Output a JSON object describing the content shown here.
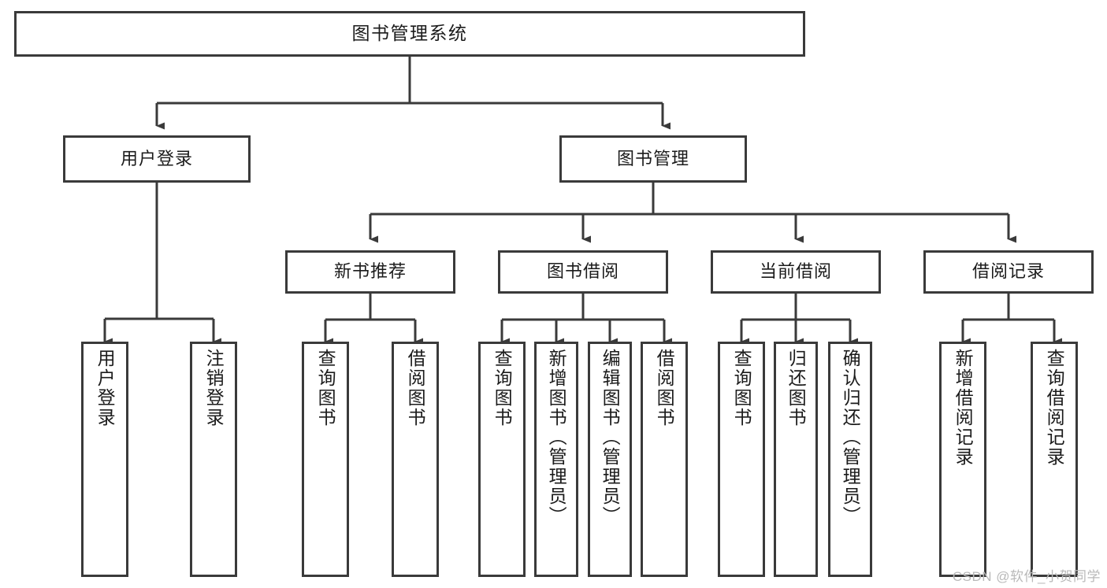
{
  "diagram": {
    "type": "tree-hierarchy-flowchart",
    "title": "图书管理系统",
    "watermark": "CSDN @软件_小贺同学",
    "colors": {
      "stroke": "#3a3a3a",
      "fill": "#ffffff",
      "text": "#1b1b1b",
      "watermark": "#b9b9b9"
    },
    "nodes": {
      "root": {
        "label": "图书管理系统",
        "level": 0,
        "orientation": "horizontal"
      },
      "level1": [
        {
          "id": "user-login",
          "label": "用户登录",
          "orientation": "horizontal"
        },
        {
          "id": "book-manage",
          "label": "图书管理",
          "orientation": "horizontal"
        }
      ],
      "level2": [
        {
          "id": "new-book-rec",
          "label": "新书推荐",
          "orientation": "horizontal",
          "parent": "book-manage"
        },
        {
          "id": "book-borrow",
          "label": "图书借阅",
          "orientation": "horizontal",
          "parent": "book-manage"
        },
        {
          "id": "current-borrow",
          "label": "当前借阅",
          "orientation": "horizontal",
          "parent": "book-manage"
        },
        {
          "id": "borrow-record",
          "label": "借阅记录",
          "orientation": "horizontal",
          "parent": "book-manage"
        }
      ],
      "leaves": [
        {
          "id": "leaf-user-login",
          "label": "用户登录",
          "orientation": "vertical",
          "parent": "user-login"
        },
        {
          "id": "leaf-user-logout",
          "label": "注销登录",
          "orientation": "vertical",
          "parent": "user-login"
        },
        {
          "id": "leaf-query-book-1",
          "label": "查询图书",
          "orientation": "vertical",
          "parent": "new-book-rec"
        },
        {
          "id": "leaf-borrow-book-1",
          "label": "借阅图书",
          "orientation": "vertical",
          "parent": "new-book-rec"
        },
        {
          "id": "leaf-query-book-2",
          "label": "查询图书",
          "orientation": "vertical",
          "parent": "book-borrow"
        },
        {
          "id": "leaf-add-book",
          "label": "新增图书（管理员）",
          "orientation": "vertical",
          "parent": "book-borrow"
        },
        {
          "id": "leaf-edit-book",
          "label": "编辑图书（管理员）",
          "orientation": "vertical",
          "parent": "book-borrow"
        },
        {
          "id": "leaf-borrow-book-2",
          "label": "借阅图书",
          "orientation": "vertical",
          "parent": "book-borrow"
        },
        {
          "id": "leaf-query-book-3",
          "label": "查询图书",
          "orientation": "vertical",
          "parent": "current-borrow"
        },
        {
          "id": "leaf-return-book",
          "label": "归还图书",
          "orientation": "vertical",
          "parent": "current-borrow"
        },
        {
          "id": "leaf-confirm-return",
          "label": "确认归还（管理员）",
          "orientation": "vertical",
          "parent": "current-borrow"
        },
        {
          "id": "leaf-add-record",
          "label": "新增借阅记录",
          "orientation": "vertical",
          "parent": "borrow-record"
        },
        {
          "id": "leaf-query-record",
          "label": "查询借阅记录",
          "orientation": "vertical",
          "parent": "borrow-record"
        }
      ]
    }
  }
}
